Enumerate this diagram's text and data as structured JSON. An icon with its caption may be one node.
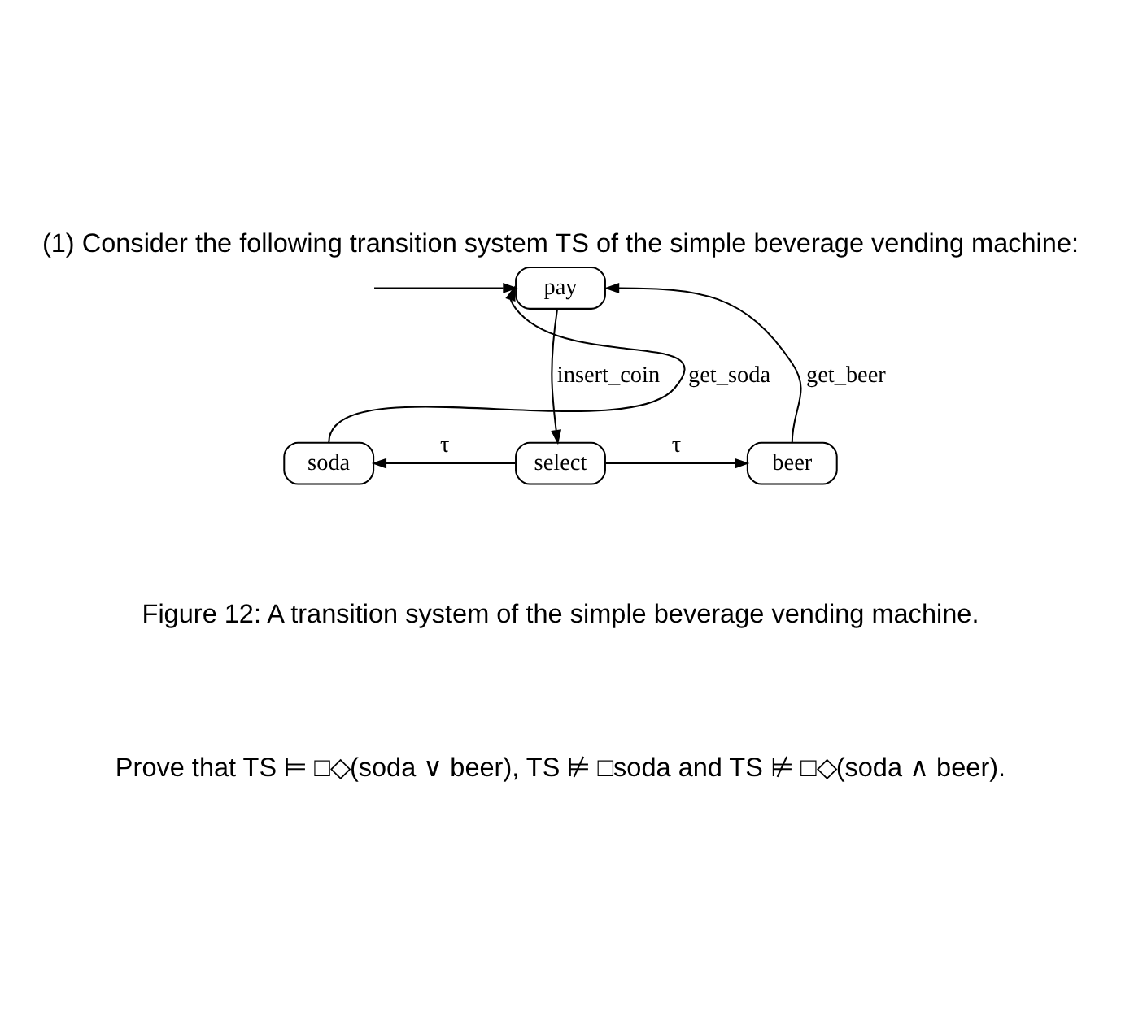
{
  "diagram": {
    "title": "(1) Consider the following transition system TS of the simple beverage vending machine:",
    "caption": "Figure 12: A transition system of the simple beverage vending machine.",
    "nodes": [
      {
        "text": [
          "pay"
        ]
      },
      {
        "text": [
          "soda"
        ]
      },
      {
        "text": [
          "select"
        ]
      },
      {
        "text": [
          "beer"
        ]
      }
    ],
    "edges": [
      {
        "from": null,
        "to": 0,
        "arrow": "to"
      },
      {
        "from": 0,
        "to": 2,
        "arrow": "to",
        "label": "insert_coin"
      },
      {
        "from": 2,
        "to": 1,
        "arrow": "to",
        "label": "τ"
      },
      {
        "from": 2,
        "to": 3,
        "arrow": "to",
        "label": "τ"
      },
      {
        "from": 1,
        "to": 0,
        "arrow": "to",
        "label": "get_soda"
      },
      {
        "from": 3,
        "to": 0,
        "arrow": "to",
        "label": "get_beer"
      }
    ],
    "labels": [
      "Prove that TS ⊨ □◇(soda ∨ beer), TS ⊭ □soda and TS ⊭ □◇(soda ∧ beer)."
    ]
  }
}
